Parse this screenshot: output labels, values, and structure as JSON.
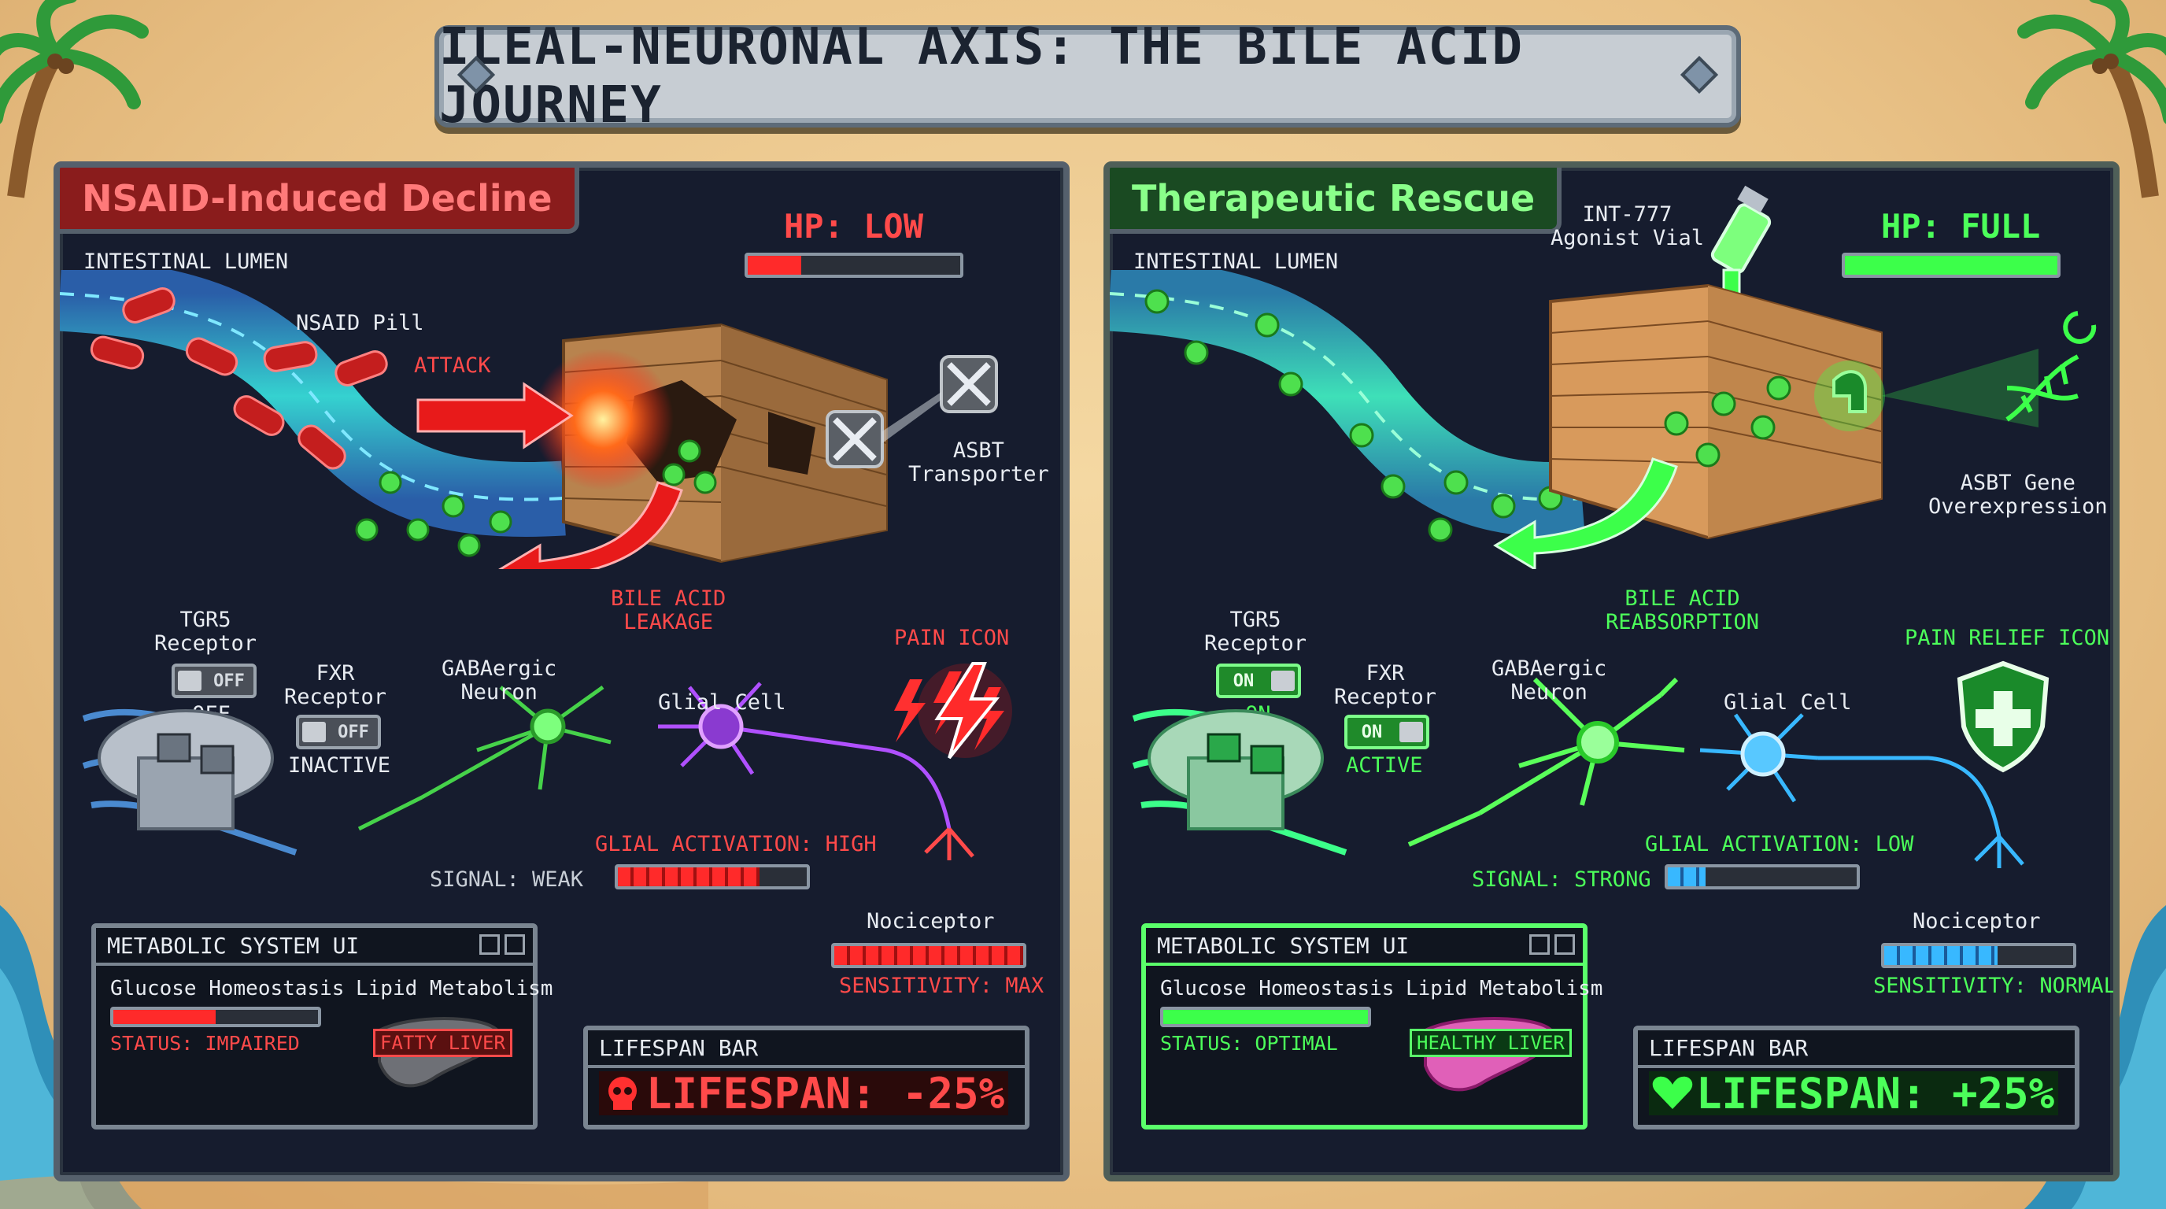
{
  "title": "ILEAL-NEURONAL AXIS: THE BILE ACID JOURNEY",
  "colors": {
    "decline_accent": "#ff3b3b",
    "rescue_accent": "#3cff4a",
    "panel_bg": "#161c2e",
    "sand": "#e9c287"
  },
  "left": {
    "panel_title": "NSAID-Induced Decline",
    "hp_label": "HP: LOW",
    "hp_fraction": 0.25,
    "lumen_label": "INTESTINAL LUMEN",
    "pill_tag": "NSAID",
    "pill_label": "NSAID Pill",
    "attack_label": "ATTACK",
    "transporter_label": "ASBT\nTransporter",
    "flow_label": "BILE ACID\nLEAKAGE",
    "tgr5_label": "TGR5\nReceptor",
    "tgr5_toggle": "OFF",
    "tgr5_state": "OFF",
    "fxr_label": "FXR\nReceptor",
    "fxr_toggle": "OFF",
    "fxr_state": "INACTIVE",
    "neuron_label": "GABAergic\nNeuron",
    "signal_label": "SIGNAL: WEAK",
    "glial_label": "Glial Cell",
    "glial_activation": "GLIAL ACTIVATION: HIGH",
    "glial_fraction": 0.75,
    "icon_caption": "PAIN ICON",
    "nociceptor_label": "Nociceptor",
    "sensitivity": "SENSITIVITY: MAX",
    "nociceptor_fraction": 1.0,
    "metabolic": {
      "window_title": "METABOLIC SYSTEM UI",
      "glucose_label": "Glucose Homeostasis",
      "glucose_fraction": 0.5,
      "glucose_status": "STATUS: IMPAIRED",
      "lipid_label": "Lipid Metabolism",
      "liver_label": "FATTY LIVER"
    },
    "lifespan": {
      "bar_title": "LIFESPAN BAR",
      "text": "LIFESPAN: -25%"
    }
  },
  "right": {
    "panel_title": "Therapeutic Rescue",
    "hp_label": "HP: FULL",
    "hp_fraction": 1.0,
    "lumen_label": "INTESTINAL LUMEN",
    "vial_label": "INT-777\nAgonist Vial",
    "gene_label": "ASBT Gene\nOverexpression",
    "flow_label": "BILE ACID\nREABSORPTION",
    "tgr5_label": "TGR5\nReceptor",
    "tgr5_toggle": "ON",
    "tgr5_state": "ON",
    "fxr_label": "FXR\nReceptor",
    "fxr_toggle": "ON",
    "fxr_state": "ACTIVE",
    "neuron_label": "GABAergic\nNeuron",
    "signal_label": "SIGNAL: STRONG",
    "glial_label": "Glial Cell",
    "glial_activation": "GLIAL ACTIVATION: LOW",
    "glial_fraction": 0.2,
    "icon_caption": "PAIN RELIEF ICON",
    "nociceptor_label": "Nociceptor",
    "sensitivity": "SENSITIVITY: NORMAL",
    "nociceptor_fraction": 0.6,
    "metabolic": {
      "window_title": "METABOLIC SYSTEM UI",
      "glucose_label": "Glucose Homeostasis",
      "glucose_fraction": 1.0,
      "glucose_status": "STATUS: OPTIMAL",
      "lipid_label": "Lipid Metabolism",
      "liver_label": "HEALTHY LIVER"
    },
    "lifespan": {
      "bar_title": "LIFESPAN BAR",
      "text": "LIFESPAN: +25%"
    }
  }
}
